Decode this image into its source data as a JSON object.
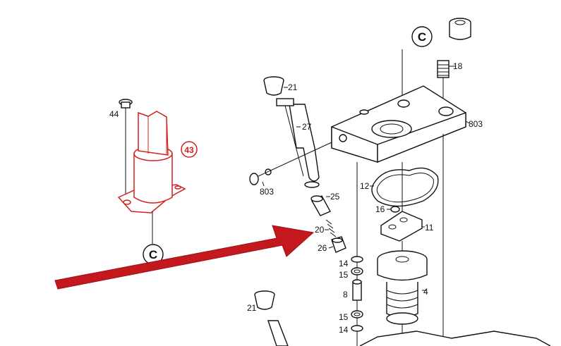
{
  "colors": {
    "ink": "#111111",
    "highlight": "#d21f1f",
    "arrow": "#c4181f",
    "paper": "#ffffff"
  },
  "callouts": {
    "p18": "18",
    "p21_top": "21",
    "p27": "27",
    "p803_top": "803",
    "p803_left": "803",
    "p44": "44",
    "p43": "43",
    "p12": "12",
    "p25": "25",
    "p16": "16",
    "p11": "11",
    "p20": "20",
    "p26": "26",
    "p14_a": "14",
    "p15_a": "15",
    "p8": "8",
    "p4": "4",
    "p21_bottom": "21",
    "p15_b": "15",
    "p14_b": "14"
  },
  "refs": {
    "ref_top": "C",
    "ref_left": "C"
  },
  "arrow": {
    "icon": "red-pointer-arrow"
  }
}
